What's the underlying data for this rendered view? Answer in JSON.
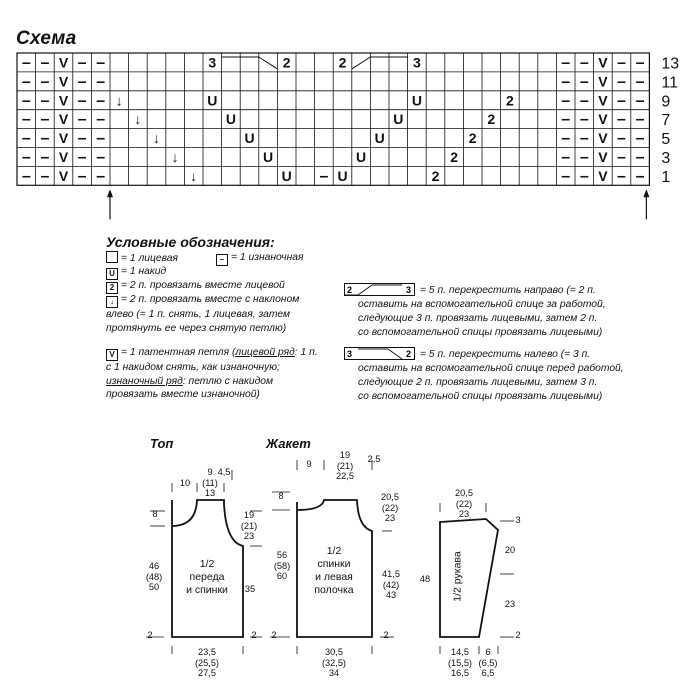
{
  "chart": {
    "title": "Схема",
    "row_numbers": [
      "13",
      "11",
      "9",
      "7",
      "5",
      "3",
      "1"
    ],
    "cells": [
      [
        "–",
        "–",
        "V",
        "–",
        "–",
        "",
        "",
        "",
        "",
        "",
        "3",
        "",
        "",
        "",
        "2",
        "",
        "",
        "2",
        "",
        "",
        "",
        "3",
        "",
        "",
        "",
        "",
        "",
        "",
        "",
        "–",
        "–",
        "V",
        "–",
        "–"
      ],
      [
        "–",
        "–",
        "V",
        "–",
        "–",
        "",
        "",
        "",
        "",
        "",
        "",
        "",
        "",
        "",
        "",
        "",
        "",
        "",
        "",
        "",
        "",
        "",
        "",
        "",
        "",
        "",
        "",
        "",
        "",
        "–",
        "–",
        "V",
        "–",
        "–"
      ],
      [
        "–",
        "–",
        "V",
        "–",
        "–",
        "↓",
        "",
        "",
        "",
        "",
        "U",
        "",
        "",
        "",
        "",
        "",
        "",
        "",
        "",
        "",
        "",
        "U",
        "",
        "",
        "",
        "",
        "2",
        "",
        "",
        "–",
        "–",
        "V",
        "–",
        "–"
      ],
      [
        "–",
        "–",
        "V",
        "–",
        "–",
        "",
        "↓",
        "",
        "",
        "",
        "",
        "U",
        "",
        "",
        "",
        "",
        "",
        "",
        "",
        "",
        "U",
        "",
        "",
        "",
        "",
        "2",
        "",
        "",
        "",
        "–",
        "–",
        "V",
        "–",
        "–"
      ],
      [
        "–",
        "–",
        "V",
        "–",
        "–",
        "",
        "",
        "↓",
        "",
        "",
        "",
        "",
        "U",
        "",
        "",
        "",
        "",
        "",
        "",
        "U",
        "",
        "",
        "",
        "",
        "2",
        "",
        "",
        "",
        "",
        "–",
        "–",
        "V",
        "–",
        "–"
      ],
      [
        "–",
        "–",
        "V",
        "–",
        "–",
        "",
        "",
        "",
        "↓",
        "",
        "",
        "",
        "",
        "U",
        "",
        "",
        "",
        "",
        "U",
        "",
        "",
        "",
        "",
        "2",
        "",
        "",
        "",
        "",
        "",
        "–",
        "–",
        "V",
        "–",
        "–"
      ],
      [
        "–",
        "–",
        "V",
        "–",
        "–",
        "",
        "",
        "",
        "",
        "↓",
        "",
        "",
        "",
        "",
        "U",
        "",
        "–",
        "U",
        "",
        "",
        "",
        "",
        "2",
        "",
        "",
        "",
        "",
        "",
        "",
        "–",
        "–",
        "V",
        "–",
        "–"
      ]
    ]
  },
  "legend": {
    "title": "Условные обозначения:",
    "knit": "= 1 лицевая",
    "purl": "= 1 изнаночная",
    "yo": "= 1 накид",
    "k2tog": "= 2 п. провязать вместе лицевой",
    "ssk_lines": [
      "= 2 п. провязать вместе с наклоном",
      "влево (= 1 п. снять, 1 лицевая, затем",
      "протянуть ее через снятую петлю)"
    ],
    "patent": {
      "l1a": "= 1 патентная петля (",
      "l1u": "лицевой ряд",
      "l1b": ": 1 п.",
      "l2": "с 1 накидом снять, как изнаночную;",
      "l3u": "изнаночный ряд",
      "l3b": ": петлю с накидом",
      "l4": "провязать вместе изнаночной)"
    },
    "cross_right_lines": [
      "= 5 п. перекрестить направо (= 2 п.",
      "оставить на вспомогательной спице за работой,",
      "следующие 3 п. провязать лицевыми, затем 2 п.",
      "со вспомогательной спицы провязать лицевыми)"
    ],
    "cross_left_lines": [
      "= 5 п. перекрестить налево (= 3 п.",
      "оставить на вспомогательной спице перед работой,",
      "следующие 2 п. провязать лицевыми, затем 3 п.",
      "со вспомогательной спицы провязать лицевыми)"
    ],
    "sym_yo": "U",
    "sym_k2": "2",
    "sym_v": "V",
    "sym_purl": "–",
    "sym_ssk": "↓",
    "cross_a": "2",
    "cross_b": "3"
  },
  "schematics": {
    "top": {
      "title": "Топ",
      "center": [
        "1/2",
        "переда",
        "и спинки"
      ],
      "neck_w": "10",
      "shoulder": [
        "9",
        "(11)",
        "13"
      ],
      "shoulder_top": "4,5",
      "neck_d": "8",
      "armhole": [
        "19",
        "(21)",
        "23"
      ],
      "length": [
        "46",
        "(48)",
        "50"
      ],
      "side": "35",
      "hem_l": "2",
      "hem_r": "2",
      "width": [
        "23,5",
        "(25,5)",
        "27,5"
      ]
    },
    "jacket": {
      "title": "Жакет",
      "center": [
        "1/2",
        "спинки",
        "и левая",
        "полочка"
      ],
      "neck_w": "9",
      "shoulder": [
        "19",
        "(21)",
        "22,5"
      ],
      "shoulder_top": "2,5",
      "neck_d": "8",
      "armhole": [
        "20,5",
        "(22)",
        "23"
      ],
      "length": [
        "56",
        "(58)",
        "60"
      ],
      "side": [
        "41,5",
        "(42)",
        "43"
      ],
      "hem_l": "2",
      "hem_r": "2",
      "width": [
        "30,5",
        "(32,5)",
        "34"
      ]
    },
    "sleeve": {
      "center": "1/2 рукава",
      "top": [
        "20,5",
        "(22)",
        "23"
      ],
      "height": "48",
      "cap": "3",
      "upper": "20",
      "lower": "23",
      "hem": "2",
      "bottom": [
        "14,5",
        "(15,5)",
        "16,5"
      ],
      "bottom_r": [
        "6",
        "(6,5)",
        "6,5"
      ]
    }
  }
}
